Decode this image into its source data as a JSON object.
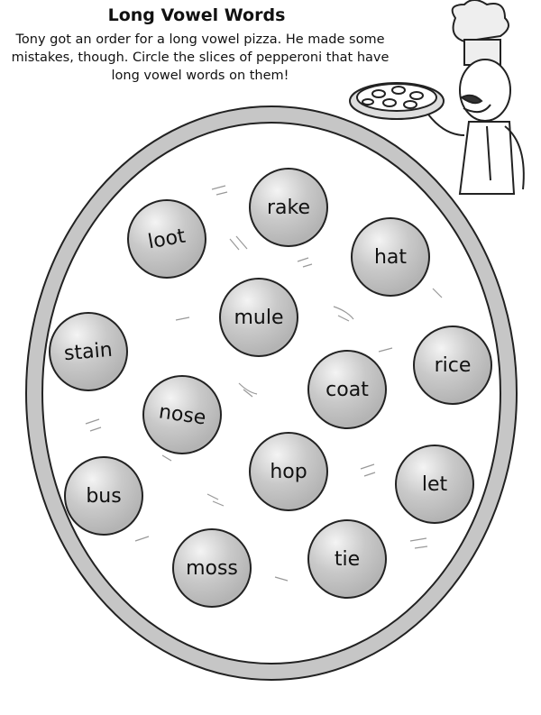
{
  "title": "Long Vowel Words",
  "instructions": "Tony got an order for a long vowel pizza.  He made some mistakes, though.  Circle the slices of pepperoni that have long vowel words on them!",
  "pepperoni": [
    {
      "word": "loot"
    },
    {
      "word": "rake"
    },
    {
      "word": "hat"
    },
    {
      "word": "mule"
    },
    {
      "word": "stain"
    },
    {
      "word": "coat"
    },
    {
      "word": "rice"
    },
    {
      "word": "nose"
    },
    {
      "word": "hop"
    },
    {
      "word": "bus"
    },
    {
      "word": "let"
    },
    {
      "word": "moss"
    },
    {
      "word": "tie"
    }
  ],
  "colors": {
    "crust": "#c4c4c4",
    "pepperoni": "#bdbdbd",
    "outline": "#222222"
  }
}
